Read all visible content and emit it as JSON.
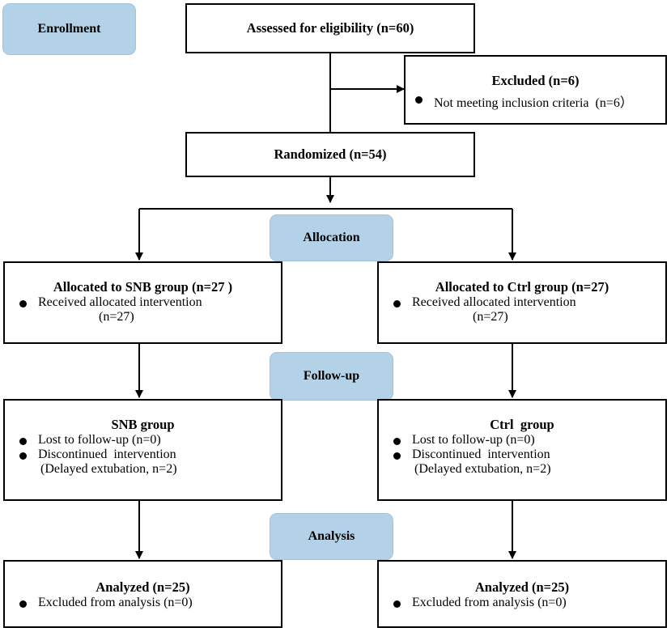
{
  "stages": {
    "enrollment": "Enrollment",
    "allocation": "Allocation",
    "followup": "Follow-up",
    "analysis": "Analysis"
  },
  "assessed": {
    "title": "Assessed for eligibility (n=60)"
  },
  "excluded": {
    "title": "Excluded (n=6)",
    "items": [
      "Not meeting inclusion criteria  (n=6）"
    ]
  },
  "randomized": {
    "title": "Randomized (n=54)"
  },
  "allocated_snb": {
    "title": "Allocated to SNB group (n=27 )",
    "item": "Received allocated intervention",
    "item_sub": "(n=27)"
  },
  "allocated_ctrl": {
    "title": "Allocated to Ctrl group (n=27)",
    "item": "Received allocated intervention",
    "item_sub": "(n=27)"
  },
  "followup_snb": {
    "title": "SNB group",
    "items": [
      "Lost to follow-up (n=0)",
      "Discontinued  intervention"
    ],
    "item_sub": "(Delayed extubation, n=2)"
  },
  "followup_ctrl": {
    "title": "Ctrl  group",
    "items": [
      "Lost to follow-up (n=0)",
      "Discontinued  intervention"
    ],
    "item_sub": "(Delayed extubation, n=2)"
  },
  "analysis_snb": {
    "title": "Analyzed (n=25)",
    "item": "Excluded from analysis (n=0)"
  },
  "analysis_ctrl": {
    "title": "Analyzed (n=25)",
    "item": "Excluded from analysis (n=0)"
  }
}
